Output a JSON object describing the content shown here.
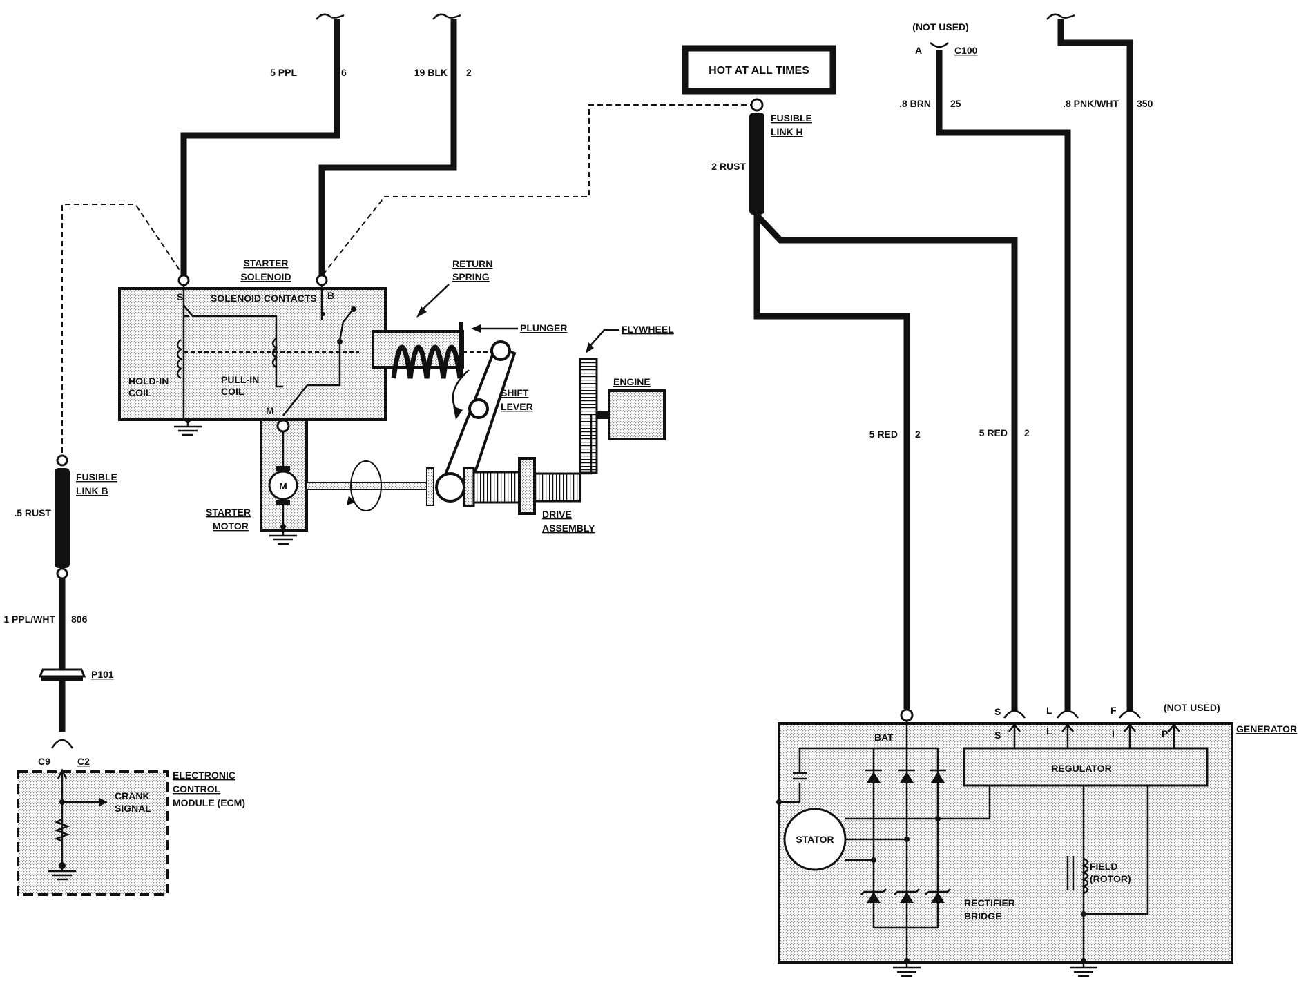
{
  "header": {
    "hot_at_all_times": "HOT AT ALL TIMES",
    "not_used_top": "(NOT USED)",
    "not_used_gen": "(NOT USED)"
  },
  "wires": {
    "ppl": {
      "gauge_color": "5 PPL",
      "circuit": "6"
    },
    "blk": {
      "gauge_color": "19 BLK",
      "circuit": "2"
    },
    "brn": {
      "gauge_color": ".8 BRN",
      "circuit": "25"
    },
    "pnk": {
      "gauge_color": ".8 PNK/WHT",
      "circuit": "350"
    },
    "rust_h": {
      "gauge_color": "2 RUST"
    },
    "red_bat": {
      "gauge_color": "5 RED",
      "circuit": "2"
    },
    "red_s": {
      "gauge_color": "5 RED",
      "circuit": "2"
    },
    "rust_b": {
      "gauge_color": ".5 RUST"
    },
    "ppl_wht": {
      "gauge_color": "1 PPL/WHT",
      "circuit": "806"
    }
  },
  "connectors": {
    "a": "A",
    "c100": "C100",
    "p101": "P101",
    "c9": "C9",
    "c2": "C2"
  },
  "fusible_links": {
    "h": [
      "FUSIBLE",
      "LINK H"
    ],
    "b": [
      "FUSIBLE",
      "LINK B"
    ]
  },
  "starter": {
    "solenoid": [
      "STARTER",
      "SOLENOID"
    ],
    "contacts": "SOLENOID CONTACTS",
    "term_s": "S",
    "term_b": "B",
    "term_m": "M",
    "hold_in": [
      "HOLD-IN",
      "COIL"
    ],
    "pull_in": [
      "PULL-IN",
      "COIL"
    ],
    "return_spring": [
      "RETURN",
      "SPRING"
    ],
    "plunger": "PLUNGER",
    "flywheel": "FLYWHEEL",
    "engine": "ENGINE",
    "shift_lever": [
      "SHIFT",
      "LEVER"
    ],
    "motor": [
      "STARTER",
      "MOTOR"
    ],
    "motor_symbol": "M",
    "drive": [
      "DRIVE",
      "ASSEMBLY"
    ]
  },
  "ecm": {
    "title": [
      "ELECTRONIC",
      "CONTROL",
      "MODULE (ECM)"
    ],
    "crank": [
      "CRANK",
      "SIGNAL"
    ]
  },
  "generator": {
    "title": "GENERATOR",
    "bat": "BAT",
    "terms": [
      "S",
      "L",
      "F"
    ],
    "inner_terms": [
      "S",
      "L",
      "I",
      "P"
    ],
    "regulator": "REGULATOR",
    "stator": "STATOR",
    "field": [
      "FIELD",
      "(ROTOR)"
    ],
    "rectifier": [
      "RECTIFIER",
      "BRIDGE"
    ]
  }
}
